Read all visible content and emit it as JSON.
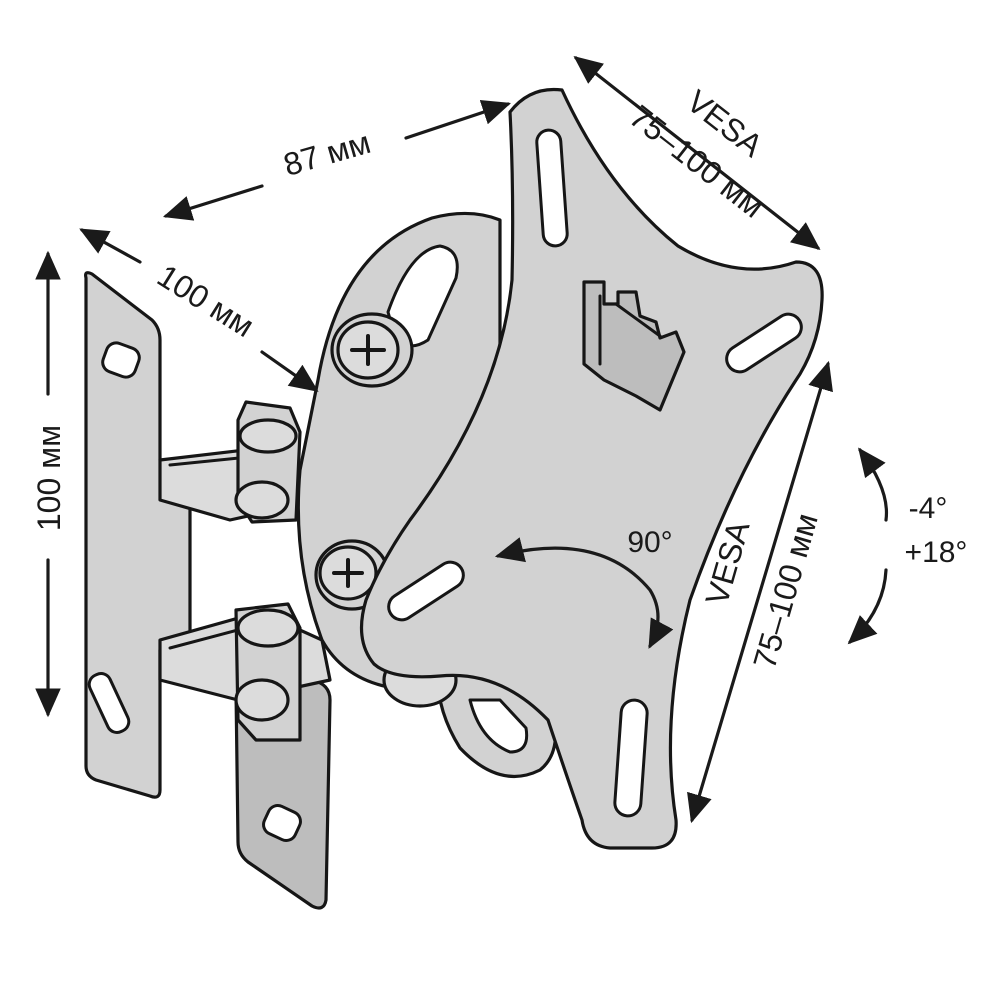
{
  "dimensions": {
    "bracket_width": "87 мм",
    "wall_plate_depth": "100 мм",
    "wall_plate_height": "100 мм",
    "vesa_top_label": "VESA",
    "vesa_top_value": "75–100 мм",
    "vesa_right_label": "VESA",
    "vesa_right_value": "75–100 мм"
  },
  "angles": {
    "swivel": "90°",
    "tilt_down": "-4°",
    "tilt_up": "+18°"
  }
}
